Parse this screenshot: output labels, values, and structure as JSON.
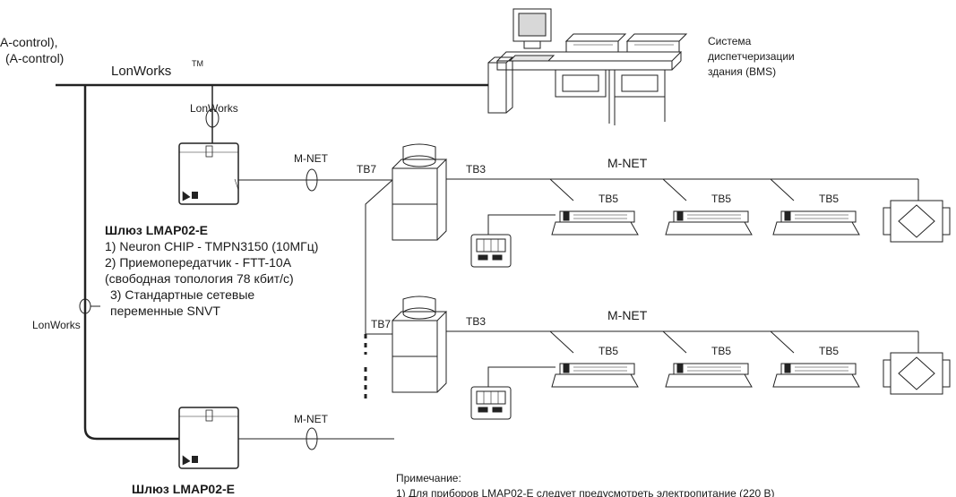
{
  "top_left": {
    "line1": "A-control),",
    "line2": "(A-control)"
  },
  "lonworks_bus_label": "LonWorks",
  "lonworks_tm": "TM",
  "lonworks_small_label": "LonWorks",
  "lonworks_side_label": "LonWorks",
  "bms": {
    "line1": "Система",
    "line2": "диспетчеризации",
    "line3": "здания (BMS)"
  },
  "mnet_gw1": "M-NET",
  "mnet_gw2": "M-NET",
  "mnet_row1": "M-NET",
  "mnet_row2": "M-NET",
  "tb7": "TB7",
  "tb3": "TB3",
  "tb5": "TB5",
  "gateway1": {
    "title": "Шлюз LMAP02-E",
    "specs": [
      "1) Neuron CHIP - TMPN3150 (10МГц)",
      "2) Приемопередатчик - FTT-10A",
      "(свободная топология 78 кбит/с)",
      "3) Стандартные сетевые",
      "переменные SNVT"
    ]
  },
  "gateway2": {
    "title": "Шлюз LMAP02-E"
  },
  "note": {
    "title": "Примечание:",
    "line1": "1) Для приборов LMAP02-E следует предусмотреть электропитание (220 В)"
  }
}
